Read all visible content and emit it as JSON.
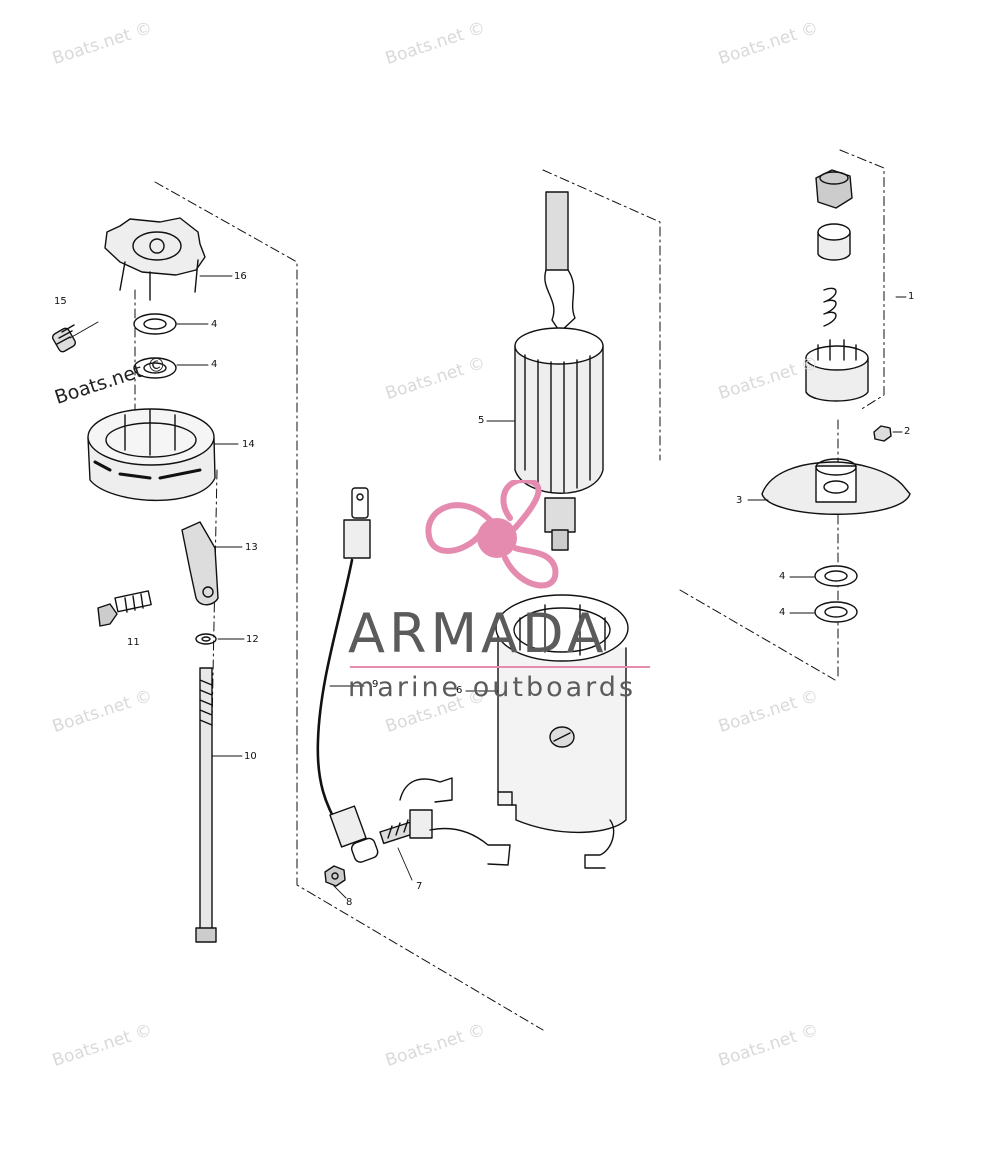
{
  "watermark_text": "Boats.net ©",
  "brand": {
    "name": "ARMADA",
    "tagline": "marine outboards",
    "colors": {
      "pink": "#e58bb0",
      "gray": "#5b5b5b"
    }
  },
  "callouts": [
    "1",
    "2",
    "3",
    "4",
    "4",
    "4",
    "4",
    "5",
    "6",
    "7",
    "8",
    "9",
    "10",
    "11",
    "12",
    "13",
    "14",
    "15",
    "16"
  ],
  "icons": [
    "propeller-logo-icon"
  ]
}
